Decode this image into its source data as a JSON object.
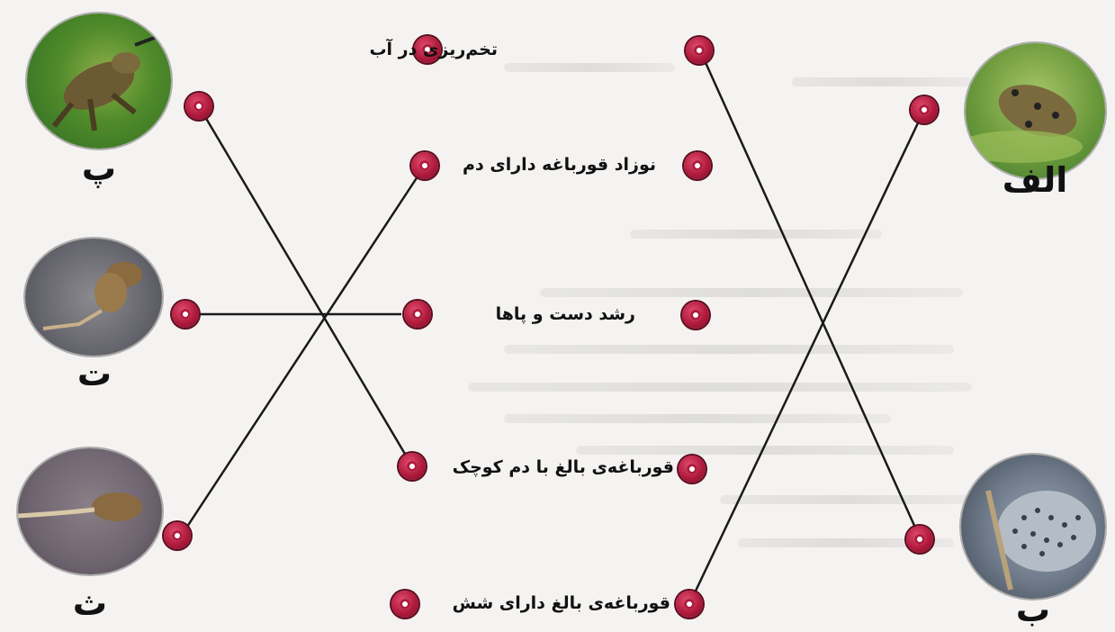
{
  "images": [
    {
      "id": "a",
      "letter": "الف",
      "icon": "frog-photo"
    },
    {
      "id": "b",
      "letter": "ب",
      "icon": "frog-eggs-photo"
    },
    {
      "id": "p",
      "letter": "پ",
      "icon": "frog-photo"
    },
    {
      "id": "t",
      "letter": "ت",
      "icon": "tadpole-with-legs-photo"
    },
    {
      "id": "th",
      "letter": "ث",
      "icon": "tadpole-photo"
    }
  ],
  "stages": [
    "تخم‌ریزی در آب",
    "نوزاد قورباغه دارای دم",
    "رشد دست و پاها",
    "قورباغه‌ی بالغ با دم کوچک",
    "قورباغه‌ی بالغ دارای شش"
  ],
  "connections": [
    {
      "from": "a",
      "to": "قورباغه‌ی بالغ دارای شش"
    },
    {
      "from": "b",
      "to": "تخم‌ریزی در آب"
    },
    {
      "from": "p",
      "to": "قورباغه‌ی بالغ با دم کوچک"
    },
    {
      "from": "t",
      "to": "رشد دست و پاها"
    },
    {
      "from": "th",
      "to": "نوزاد قورباغه دارای دم"
    }
  ],
  "colors": {
    "dot": "#b01a3c",
    "line": "#1a1a1a"
  }
}
